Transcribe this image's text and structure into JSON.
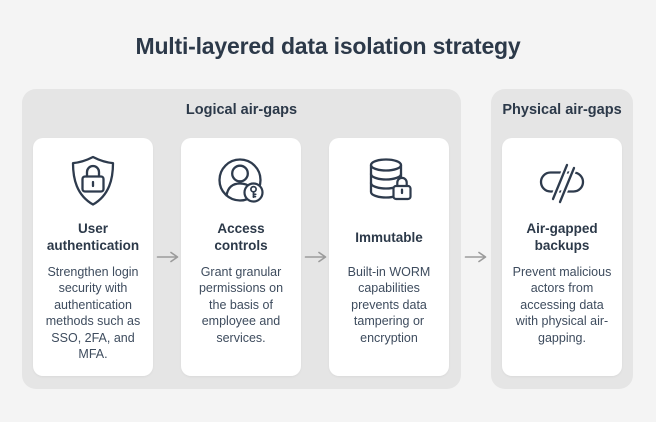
{
  "page": {
    "title": "Multi-layered data isolation strategy"
  },
  "groups": [
    {
      "label": "Logical air-gaps",
      "cards": [
        {
          "icon": "shield-lock-icon",
          "title": "User\nauthentication",
          "body": "Strengthen login\nsecurity with\nauthentication\nmethods such as\nSSO, 2FA, and\nMFA."
        },
        {
          "icon": "user-key-icon",
          "title": "Access\ncontrols",
          "body": "Grant granular\npermissions on\nthe basis of\nemployee and\nservices."
        },
        {
          "icon": "database-lock-icon",
          "title": "Immutable",
          "body": "Built-in WORM\ncapabilities\nprevents data\ntampering or\nencryption"
        }
      ]
    },
    {
      "label": "Physical air-gaps",
      "cards": [
        {
          "icon": "air-gap-icon",
          "title": "Air-gapped\nbackups",
          "body": "Prevent malicious\nactors from\naccessing data\nwith physical air-\ngapping."
        }
      ]
    }
  ],
  "colors": {
    "page_bg": "#f4f4f4",
    "group_bg": "#e5e5e5",
    "card_bg": "#ffffff",
    "heading_text": "#2c3949",
    "body_text": "#3e4c5e",
    "icon_stroke": "#2e3b4d",
    "arrow": "#9b9b9b"
  }
}
